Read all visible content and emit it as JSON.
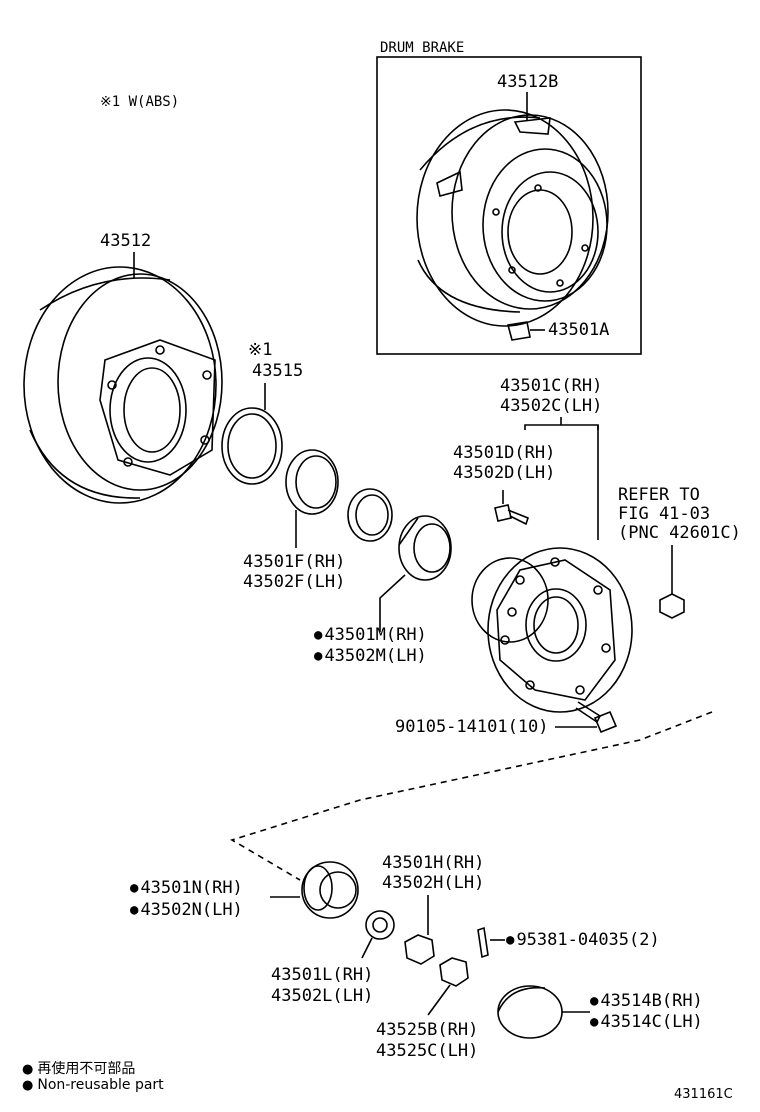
{
  "diagram": {
    "drum_brake_title": "DRUM BRAKE",
    "abs_note": "※1 W(ABS)",
    "note_mark": "※1",
    "drawing_number": "431161C",
    "parts": {
      "p43512B": "43512B",
      "p43501A": "43501A",
      "p43512": "43512",
      "p43515": "43515",
      "p43501C": "43501C(RH)",
      "p43502C": "43502C(LH)",
      "p43501D": "43501D(RH)",
      "p43502D": "43502D(LH)",
      "refer1": "REFER TO",
      "refer2": "FIG 41-03",
      "refer3": "(PNC 42601C)",
      "p43501F": "43501F(RH)",
      "p43502F": "43502F(LH)",
      "p43501M": "43501M(RH)",
      "p43502M": "43502M(LH)",
      "p90105": "90105-14101(10)",
      "p43501N": "43501N(RH)",
      "p43502N": "43502N(LH)",
      "p43501H": "43501H(RH)",
      "p43502H": "43502H(LH)",
      "p95381": "95381-04035(2)",
      "p43501L": "43501L(RH)",
      "p43502L": "43502L(LH)",
      "p43514B": "43514B(RH)",
      "p43514C": "43514C(LH)",
      "p43525B": "43525B(RH)",
      "p43525C": "43525C(LH)"
    },
    "legend": {
      "jp": "再使用不可部品",
      "en": "Non-reusable part"
    }
  }
}
